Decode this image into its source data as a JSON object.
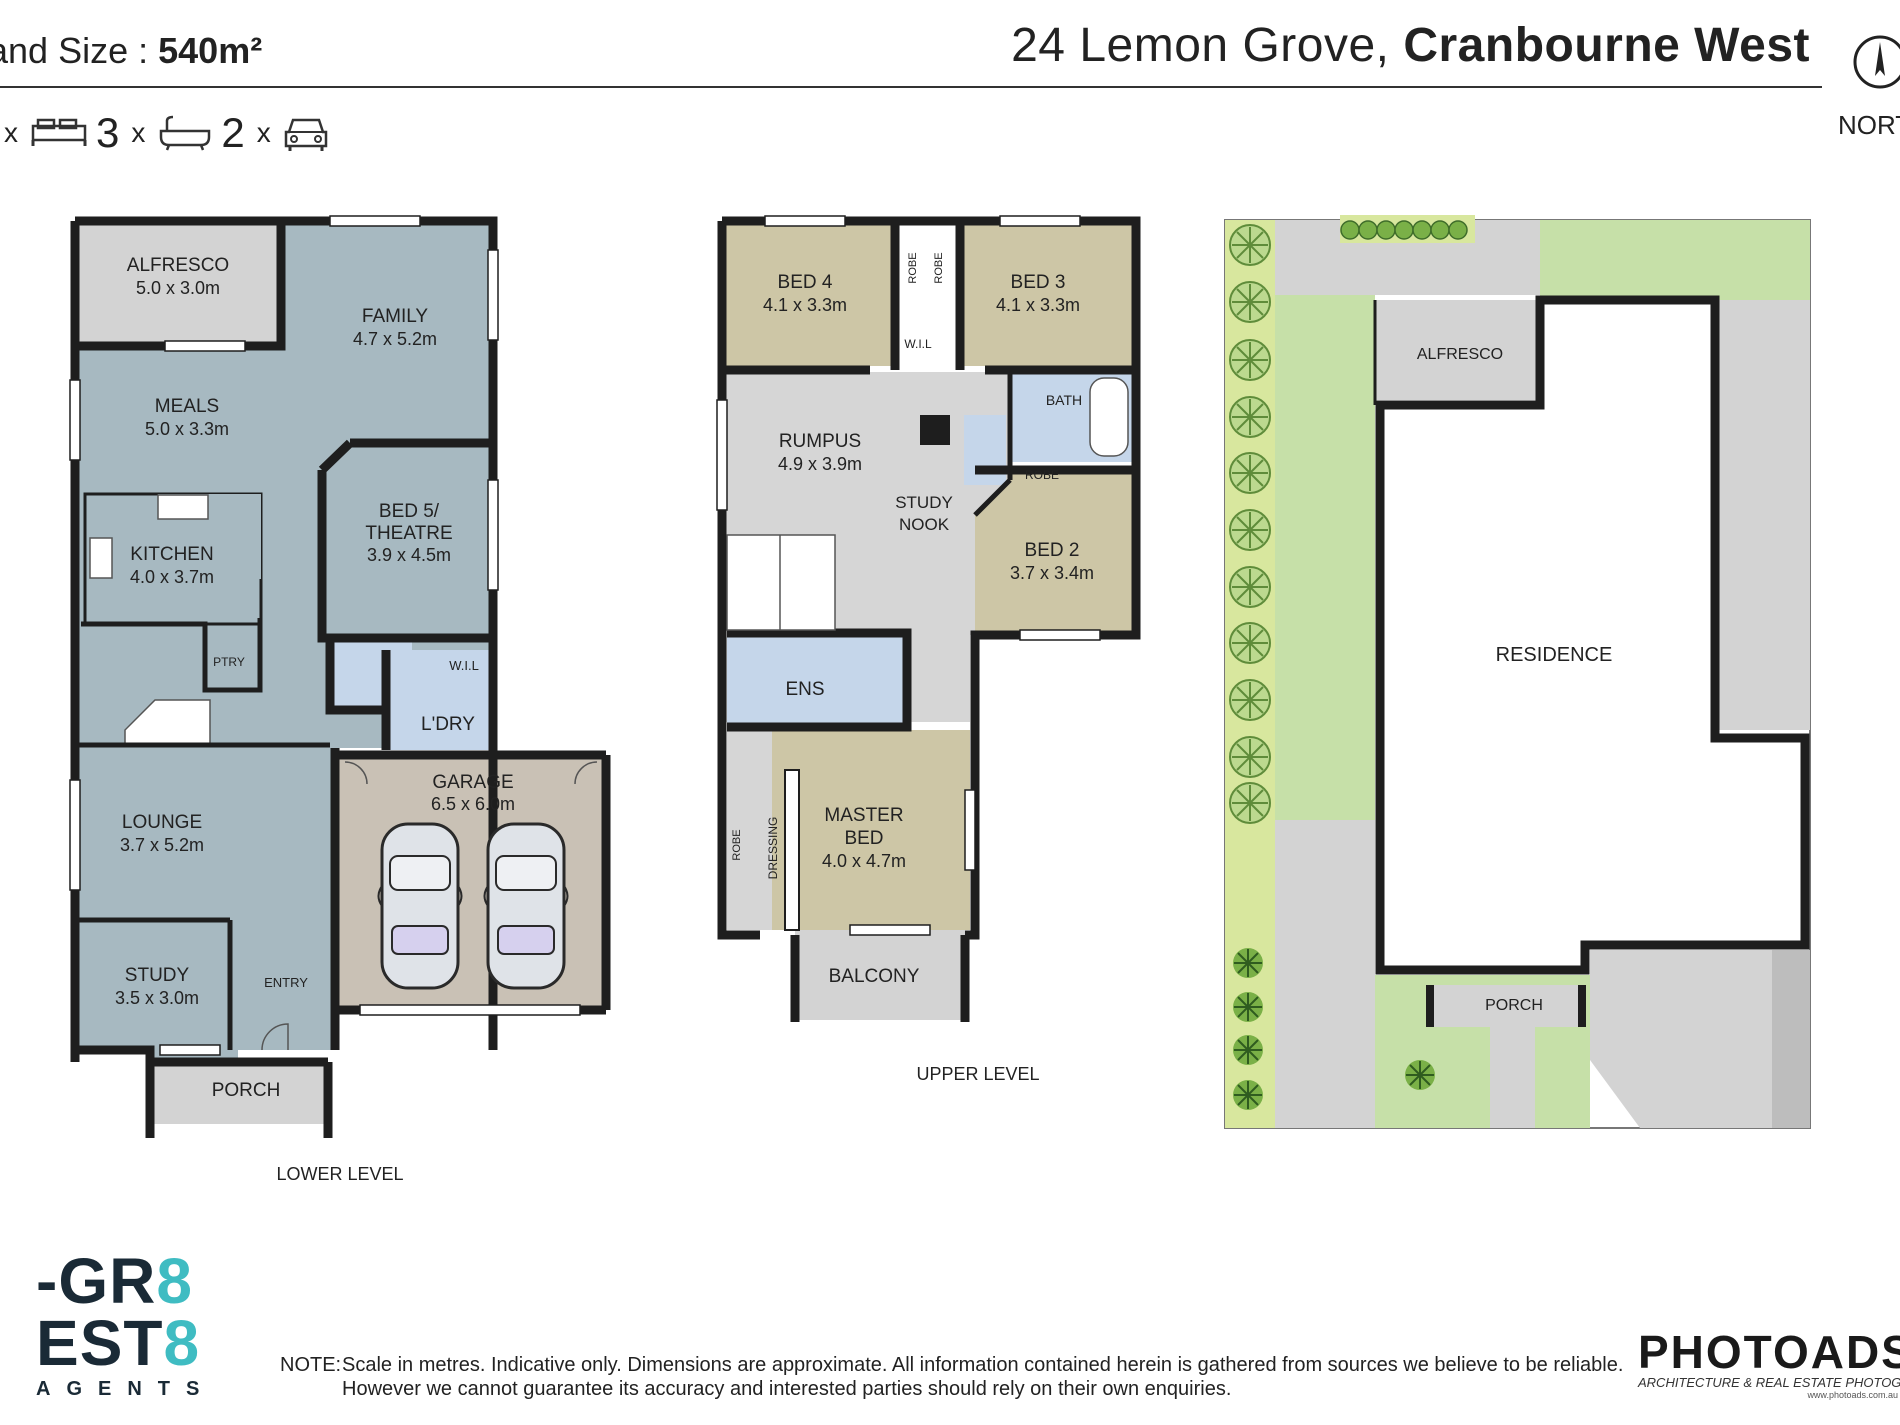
{
  "header": {
    "land_label": "and Size :",
    "land_value": "540m²",
    "address_street": "24 Lemon Grove,",
    "address_suburb": "Cranbourne West",
    "north": "NORT"
  },
  "features": {
    "bed_count": "",
    "bath_count": "3",
    "car_count": "2",
    "times": "x"
  },
  "levels": {
    "lower": "LOWER LEVEL",
    "upper": "UPPER LEVEL"
  },
  "lower_rooms": {
    "alfresco": "ALFRESCO",
    "alfresco_dim": "5.0 x 3.0m",
    "family": "FAMILY",
    "family_dim": "4.7 x 5.2m",
    "meals": "MEALS",
    "meals_dim": "5.0 x 3.3m",
    "bed5_a": "BED 5/",
    "bed5_b": "THEATRE",
    "bed5_dim": "3.9 x 4.5m",
    "kitchen": "KITCHEN",
    "kitchen_dim": "4.0 x 3.7m",
    "ptry": "PTRY",
    "wil": "W.I.L",
    "ldry": "L'DRY",
    "garage": "GARAGE",
    "garage_dim": "6.5 x 6.0m",
    "lounge": "LOUNGE",
    "lounge_dim": "3.7 x 5.2m",
    "study": "STUDY",
    "study_dim": "3.5 x 3.0m",
    "entry": "ENTRY",
    "porch": "PORCH"
  },
  "upper_rooms": {
    "bed4": "BED 4",
    "bed4_dim": "4.1 x 3.3m",
    "bed3": "BED 3",
    "bed3_dim": "4.1 x 3.3m",
    "robe": "ROBE",
    "wil": "W.I.L",
    "bath": "BATH",
    "rumpus": "RUMPUS",
    "rumpus_dim": "4.9 x 3.9m",
    "study_nook_a": "STUDY",
    "study_nook_b": "NOOK",
    "bed2": "BED 2",
    "bed2_dim": "3.7 x 3.4m",
    "ens": "ENS",
    "dressing": "DRESSING",
    "master_a": "MASTER",
    "master_b": "BED",
    "master_dim": "4.0 x 4.7m",
    "balcony": "BALCONY"
  },
  "site": {
    "alfresco": "ALFRESCO",
    "residence": "RESIDENCE",
    "porch": "PORCH"
  },
  "footer": {
    "note_label": "NOTE:",
    "note_line1": "Scale in metres. Indicative only. Dimensions are approximate. All information contained herein is gathered from sources we believe to be reliable.",
    "note_line2": "However we cannot guarantee its accuracy and interested parties should rely on their own enquiries."
  },
  "brand_left": {
    "line1_a": "-GR",
    "line1_b": "8",
    "line2_a": "EST",
    "line2_b": "8",
    "agents": "AGENTS"
  },
  "brand_right": {
    "name": "PHOTOADS",
    "tagline": "ARCHITECTURE & REAL ESTATE PHOTOGRAPH",
    "url": "www.photoads.com.au"
  },
  "colors": {
    "living": "#a7b9c1",
    "bed": "#cdc6a6",
    "garage": "#c9c1b5",
    "wet": "#c5d6ea",
    "outdoor": "#d3d3d3",
    "lawn": "#c6e0a8",
    "wall": "#1e1e1e"
  }
}
